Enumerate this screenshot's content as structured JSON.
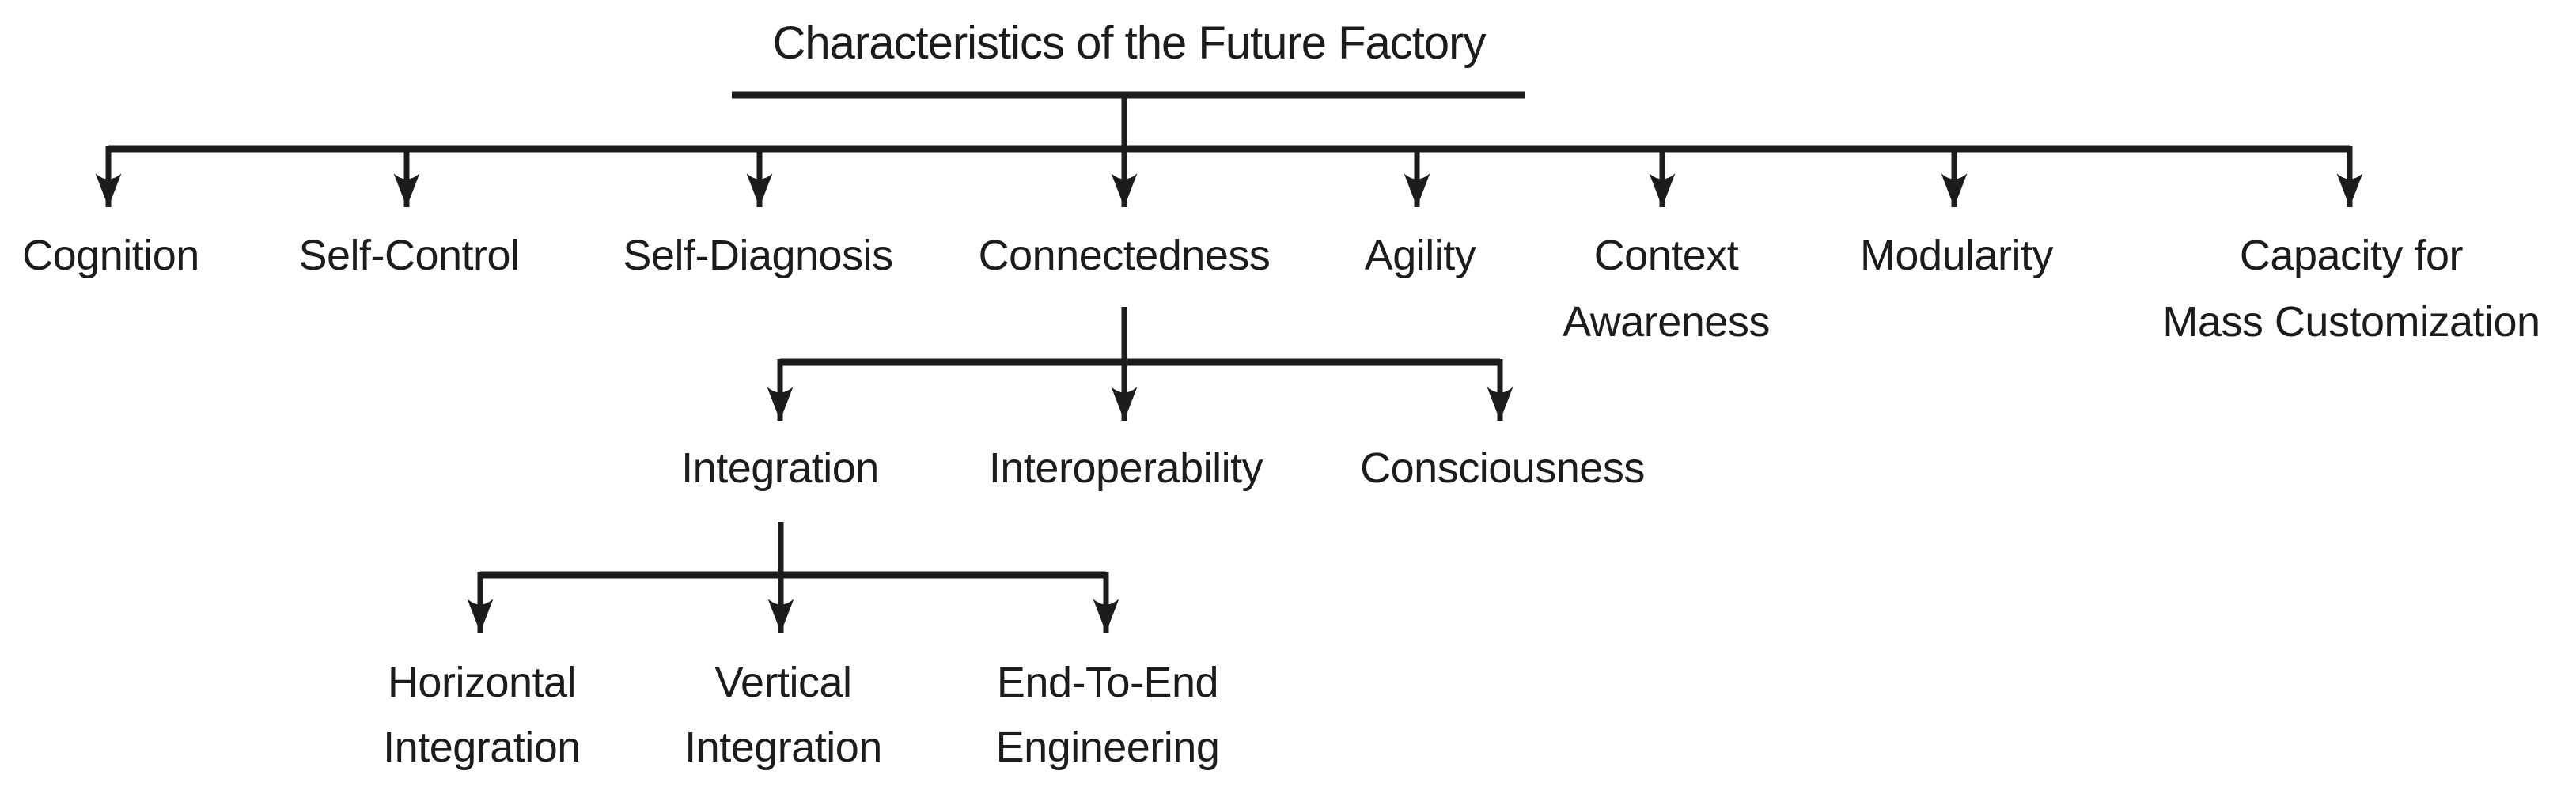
{
  "diagram": {
    "type": "tree",
    "background_color": "#ffffff",
    "line_color": "#1c1c1c",
    "text_color": "#1c1c1c",
    "arrow_style": "filled-barbed-arrowhead-pointing-down"
  },
  "tree": {
    "label": "Characteristics of the Future Factory",
    "children": [
      {
        "label": "Cognition"
      },
      {
        "label": "Self-Control"
      },
      {
        "label": "Self-Diagnosis"
      },
      {
        "label": "Connectedness",
        "children": [
          {
            "label": "Integration",
            "children": [
              {
                "label": "Horizontal Integration",
                "lines": [
                  "Horizontal",
                  "Integration"
                ]
              },
              {
                "label": "Vertical Integration",
                "lines": [
                  "Vertical",
                  "Integration"
                ]
              },
              {
                "label": "End-To-End Engineering",
                "lines": [
                  "End-To-End",
                  "Engineering"
                ]
              }
            ]
          },
          {
            "label": "Interoperability"
          },
          {
            "label": "Consciousness"
          }
        ]
      },
      {
        "label": "Agility"
      },
      {
        "label": "Context Awareness",
        "lines": [
          "Context",
          "Awareness"
        ]
      },
      {
        "label": "Modularity"
      },
      {
        "label": "Capacity for Mass Customization",
        "lines": [
          "Capacity for",
          "Mass Customization"
        ]
      }
    ]
  }
}
